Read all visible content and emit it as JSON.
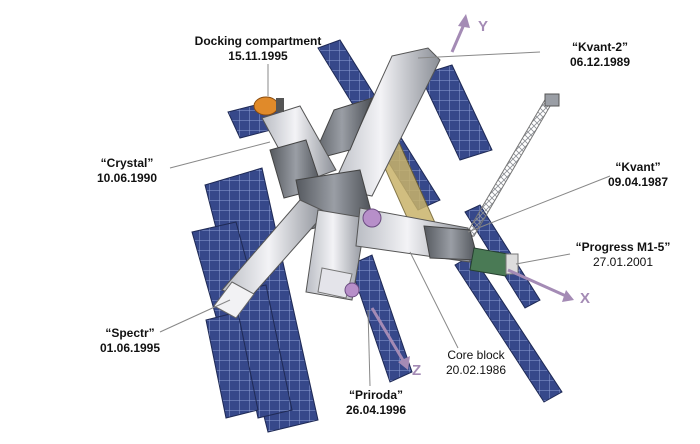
{
  "labels": {
    "docking": {
      "name": "Docking compartment",
      "date": "15.11.1995"
    },
    "kvant2": {
      "name": "“Kvant-2”",
      "date": "06.12.1989"
    },
    "crystal": {
      "name": "“Crystal”",
      "date": "10.06.1990"
    },
    "kvant": {
      "name": "“Kvant”",
      "date": "09.04.1987"
    },
    "progress": {
      "name": "“Progress M1-5”",
      "date": "27.01.2001"
    },
    "spectr": {
      "name": "“Spectr”",
      "date": "01.06.1995"
    },
    "core": {
      "name": "Core block",
      "date": "20.02.1986"
    },
    "priroda": {
      "name": "“Priroda”",
      "date": "26.04.1996"
    }
  },
  "axes": {
    "x": "X",
    "y": "Y",
    "z": "Z"
  },
  "colors": {
    "module_light": "#e8e8ec",
    "module_dark": "#6f737a",
    "solar_panel": "#3c4f8f",
    "axis_arrow": "#a48bb5",
    "docking_orange": "#e08a2a",
    "progress_green": "#4a7a55"
  }
}
